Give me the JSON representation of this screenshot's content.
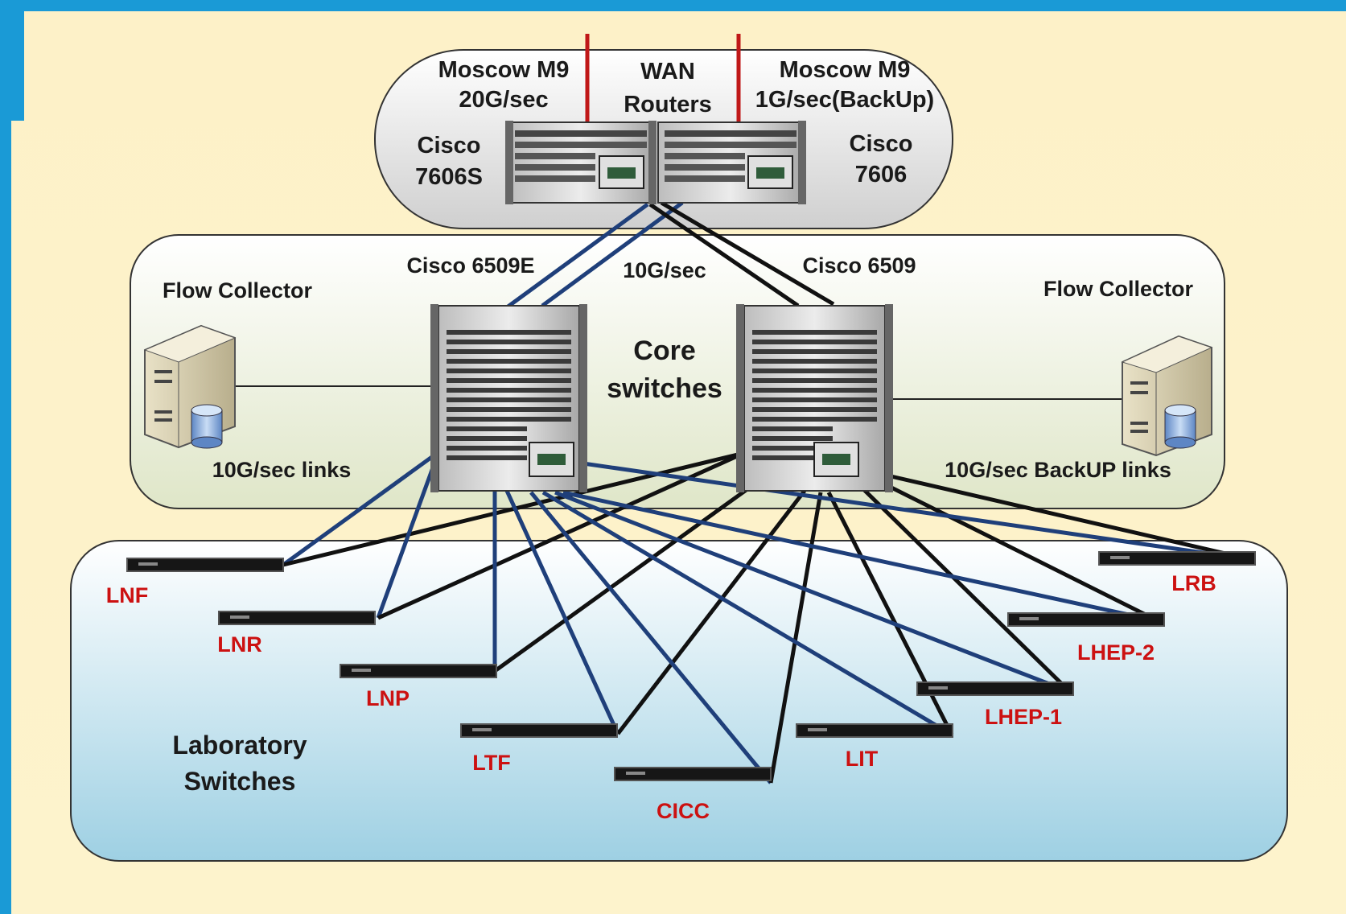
{
  "wan": {
    "left_link": "Moscow M9",
    "left_speed": "20G/sec",
    "center_line1": "WAN",
    "center_line2": "Routers",
    "right_link": "Moscow M9",
    "right_speed": "1G/sec(BackUp)",
    "router_left_line1": "Cisco",
    "router_left_line2": "7606S",
    "router_right_line1": "Cisco",
    "router_right_line2": "7606"
  },
  "core": {
    "switch_left": "Cisco 6509E",
    "switch_right": "Cisco 6509",
    "uplink_speed": "10G/sec",
    "center_line1": "Core",
    "center_line2": "switches",
    "collector_left": "Flow Collector",
    "collector_right": "Flow Collector",
    "links_left": "10G/sec links",
    "links_right": "10G/sec BackUP links"
  },
  "lab": {
    "title_line1": "Laboratory",
    "title_line2": "Switches",
    "switches": [
      "LNF",
      "LNR",
      "LNP",
      "LTF",
      "CICC",
      "LIT",
      "LHEP-1",
      "LHEP-2",
      "LRB"
    ]
  },
  "colors": {
    "background": "#fdf3cc",
    "frame": "#1a9ad6",
    "primary_link": "#1f3f7a",
    "backup_link": "#111111",
    "wan_link": "#c01818",
    "lab_label": "#cc1111"
  }
}
